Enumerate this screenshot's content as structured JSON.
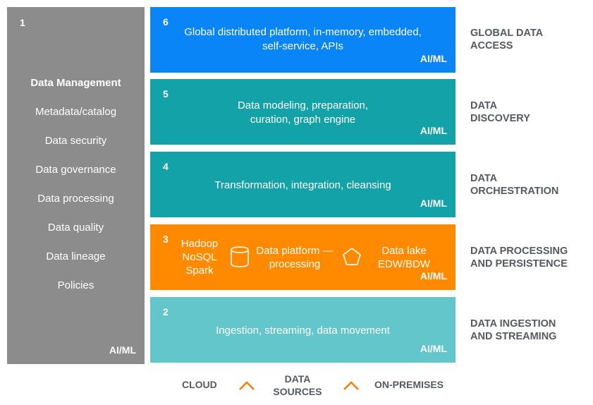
{
  "data_management": {
    "number": "1",
    "heading": "Data Management",
    "items": [
      "Metadata/catalog",
      "Data security",
      "Data governance",
      "Data processing",
      "Data quality",
      "Data lineage",
      "Policies"
    ],
    "tag": "AI/ML"
  },
  "layers": {
    "l6": {
      "number": "6",
      "text": "Global distributed platform, in-memory, embedded, self-service, APIs",
      "tag": "AI/ML",
      "side_label": "GLOBAL DATA ACCESS",
      "color": "#0a85f7"
    },
    "l5": {
      "number": "5",
      "text": "Data modeling, preparation, curation, graph engine",
      "tag": "AI/ML",
      "side_label": "DATA DISCOVERY",
      "color": "#14a2a9"
    },
    "l4": {
      "number": "4",
      "text": "Transformation, integration, cleansing",
      "tag": "AI/ML",
      "side_label": "DATA ORCHESTRATION",
      "color": "#14a2a9"
    },
    "l3": {
      "number": "3",
      "seg_a": "Hadoop NoSQL Spark",
      "seg_b": "Data platform —processing",
      "seg_c": "Data lake EDW/BDW",
      "tag": "AI/ML",
      "side_label": "DATA PROCESSING AND PERSISTENCE",
      "color": "#ff8a00",
      "icon_b": "database-icon",
      "icon_c": "pentagon-icon"
    },
    "l2": {
      "number": "2",
      "text": "Ingestion, streaming, data movement",
      "tag": "AI/ML",
      "side_label": "DATA INGESTION AND STREAMING",
      "color": "#62c6cb"
    }
  },
  "bottom": {
    "cloud": "CLOUD",
    "sources": "DATA SOURCES",
    "on_premises": "ON-PREMISES",
    "caret_icon": "caret-up-icon",
    "caret_color": "#ff7a00"
  }
}
